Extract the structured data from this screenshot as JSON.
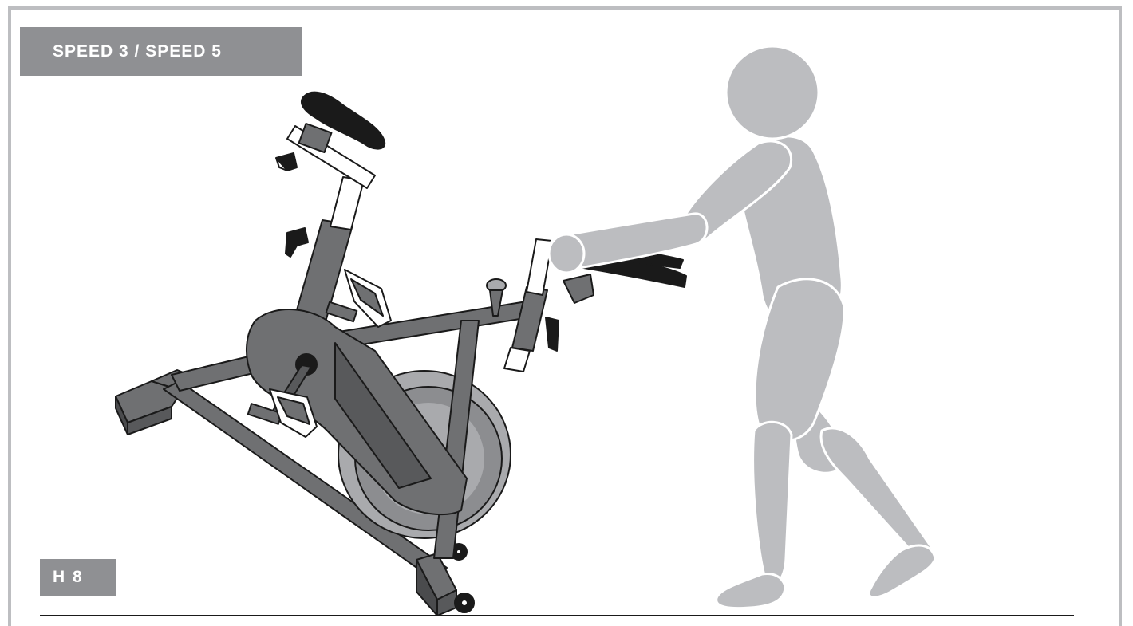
{
  "header": {
    "model_label": "SPEED 3 / SPEED 5"
  },
  "footer": {
    "step_label": "H 8"
  },
  "colors": {
    "frame_border": "#bdbec1",
    "label_bg": "#8f9093",
    "bike_frame": "#6f7072",
    "bike_dark": "#1a1a1a",
    "flywheel": "#a9aaad",
    "person": "#bcbdc0",
    "outline": "#1a1a1a"
  },
  "icons": {
    "bike": "spinning-bike-illustration",
    "person": "mannequin-figure-illustration"
  }
}
